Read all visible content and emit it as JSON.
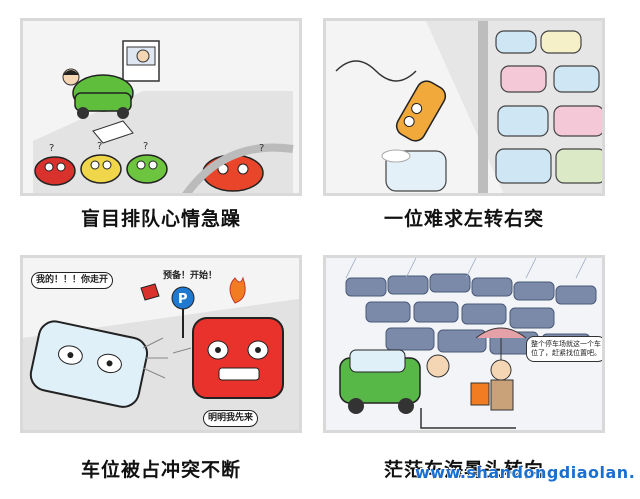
{
  "panels": [
    {
      "caption": "盲目排队心情急躁",
      "bubbles": []
    },
    {
      "caption": "一位难求左转右突",
      "bubbles": []
    },
    {
      "caption": "车位被占冲突不断",
      "bubbles": {
        "left_speech": "我的！！！你走开",
        "top_speech": "预备！开始！",
        "bottom_speech": "明明我先来"
      }
    },
    {
      "caption": "茫茫车海暑头转向",
      "bubbles": {
        "sign": "整个停车场就这一个车位了，赶紧找位置吧。"
      }
    }
  ],
  "watermark": "www.shandongdiaolan."
}
